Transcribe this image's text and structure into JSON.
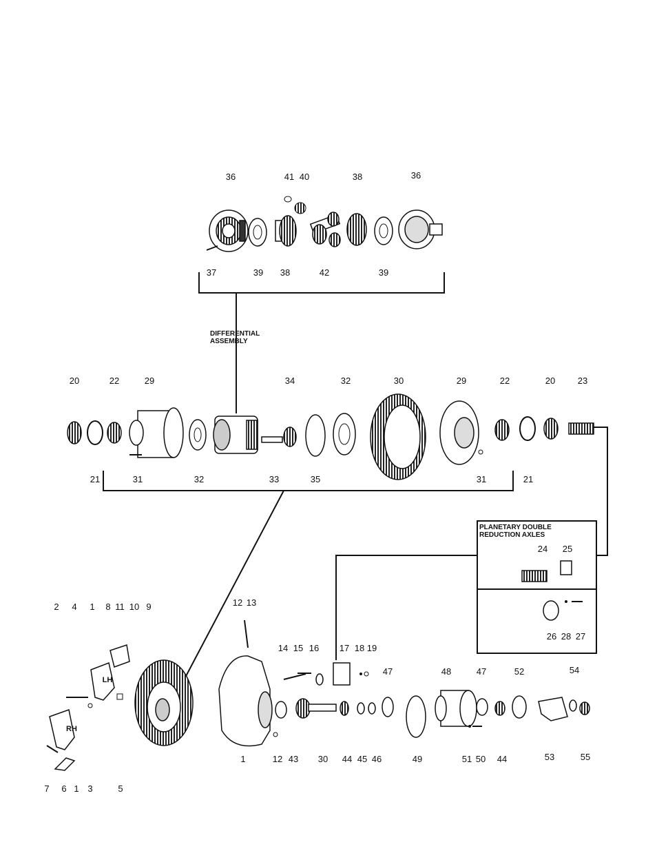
{
  "captions": {
    "differential_assembly": [
      "DIFFERENTIAL",
      "ASSEMBLY"
    ],
    "planetary": [
      "PLANETARY DOUBLE",
      "REDUCTION AXLES"
    ]
  },
  "side_labels": {
    "lh": "LH",
    "rh": "RH"
  },
  "callouts": [
    {
      "id": "c-36a",
      "text": "36"
    },
    {
      "id": "c-41",
      "text": "41"
    },
    {
      "id": "c-40",
      "text": "40"
    },
    {
      "id": "c-38a",
      "text": "38"
    },
    {
      "id": "c-36b",
      "text": "36"
    },
    {
      "id": "c-37",
      "text": "37"
    },
    {
      "id": "c-39a",
      "text": "39"
    },
    {
      "id": "c-38b",
      "text": "38"
    },
    {
      "id": "c-42",
      "text": "42"
    },
    {
      "id": "c-39b",
      "text": "39"
    },
    {
      "id": "c-20a",
      "text": "20"
    },
    {
      "id": "c-22a",
      "text": "22"
    },
    {
      "id": "c-29a",
      "text": "29"
    },
    {
      "id": "c-34",
      "text": "34"
    },
    {
      "id": "c-32a",
      "text": "32"
    },
    {
      "id": "c-30a",
      "text": "30"
    },
    {
      "id": "c-29b",
      "text": "29"
    },
    {
      "id": "c-22b",
      "text": "22"
    },
    {
      "id": "c-20b",
      "text": "20"
    },
    {
      "id": "c-23",
      "text": "23"
    },
    {
      "id": "c-21a",
      "text": "21"
    },
    {
      "id": "c-31a",
      "text": "31"
    },
    {
      "id": "c-32b",
      "text": "32"
    },
    {
      "id": "c-33",
      "text": "33"
    },
    {
      "id": "c-35",
      "text": "35"
    },
    {
      "id": "c-31b",
      "text": "31"
    },
    {
      "id": "c-21b",
      "text": "21"
    },
    {
      "id": "c-24",
      "text": "24"
    },
    {
      "id": "c-25",
      "text": "25"
    },
    {
      "id": "c-26",
      "text": "26"
    },
    {
      "id": "c-28",
      "text": "28"
    },
    {
      "id": "c-27",
      "text": "27"
    },
    {
      "id": "c-2",
      "text": "2"
    },
    {
      "id": "c-4",
      "text": "4"
    },
    {
      "id": "c-1a",
      "text": "1"
    },
    {
      "id": "c-8",
      "text": "8"
    },
    {
      "id": "c-11",
      "text": "11"
    },
    {
      "id": "c-10",
      "text": "10"
    },
    {
      "id": "c-9",
      "text": "9"
    },
    {
      "id": "c-12a",
      "text": "12"
    },
    {
      "id": "c-13",
      "text": "13"
    },
    {
      "id": "c-14",
      "text": "14"
    },
    {
      "id": "c-15",
      "text": "15"
    },
    {
      "id": "c-16",
      "text": "16"
    },
    {
      "id": "c-17",
      "text": "17"
    },
    {
      "id": "c-18",
      "text": "18"
    },
    {
      "id": "c-19",
      "text": "19"
    },
    {
      "id": "c-47a",
      "text": "47"
    },
    {
      "id": "c-48",
      "text": "48"
    },
    {
      "id": "c-47b",
      "text": "47"
    },
    {
      "id": "c-52",
      "text": "52"
    },
    {
      "id": "c-54",
      "text": "54"
    },
    {
      "id": "c-1b",
      "text": "1"
    },
    {
      "id": "c-12b",
      "text": "12"
    },
    {
      "id": "c-43",
      "text": "43"
    },
    {
      "id": "c-30b",
      "text": "30"
    },
    {
      "id": "c-44a",
      "text": "44"
    },
    {
      "id": "c-45",
      "text": "45"
    },
    {
      "id": "c-46",
      "text": "46"
    },
    {
      "id": "c-49",
      "text": "49"
    },
    {
      "id": "c-51",
      "text": "51"
    },
    {
      "id": "c-50",
      "text": "50"
    },
    {
      "id": "c-44b",
      "text": "44"
    },
    {
      "id": "c-53",
      "text": "53"
    },
    {
      "id": "c-55",
      "text": "55"
    },
    {
      "id": "c-7",
      "text": "7"
    },
    {
      "id": "c-6",
      "text": "6"
    },
    {
      "id": "c-1c",
      "text": "1"
    },
    {
      "id": "c-3",
      "text": "3"
    },
    {
      "id": "c-5",
      "text": "5"
    }
  ]
}
